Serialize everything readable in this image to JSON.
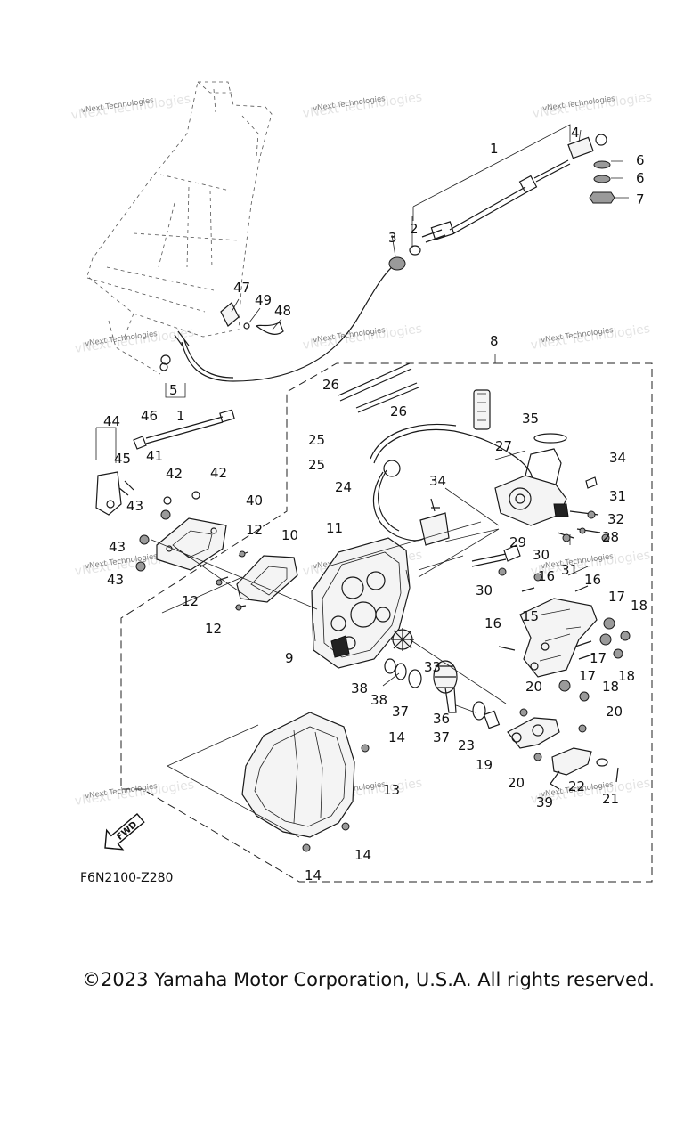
{
  "diagram_code": "F6N2100-Z280",
  "copyright": "©2023 Yamaha Motor Corporation, U.S.A. All rights reserved.",
  "watermark": "vNext Technologies",
  "fwd_badge": "FWD",
  "callouts": [
    "1",
    "2",
    "3",
    "4",
    "5",
    "6",
    "6",
    "7",
    "8",
    "1",
    "9",
    "10",
    "11",
    "12",
    "12",
    "12",
    "13",
    "14",
    "14",
    "14",
    "15",
    "16",
    "16",
    "16",
    "17",
    "17",
    "17",
    "18",
    "18",
    "18",
    "19",
    "20",
    "20",
    "20",
    "21",
    "22",
    "23",
    "24",
    "25",
    "25",
    "26",
    "26",
    "27",
    "28",
    "29",
    "30",
    "30",
    "31",
    "31",
    "32",
    "33",
    "34",
    "34",
    "35",
    "36",
    "37",
    "37",
    "38",
    "38",
    "39",
    "40",
    "41",
    "42",
    "42",
    "43",
    "43",
    "43",
    "44",
    "45",
    "46",
    "47",
    "48",
    "49"
  ]
}
